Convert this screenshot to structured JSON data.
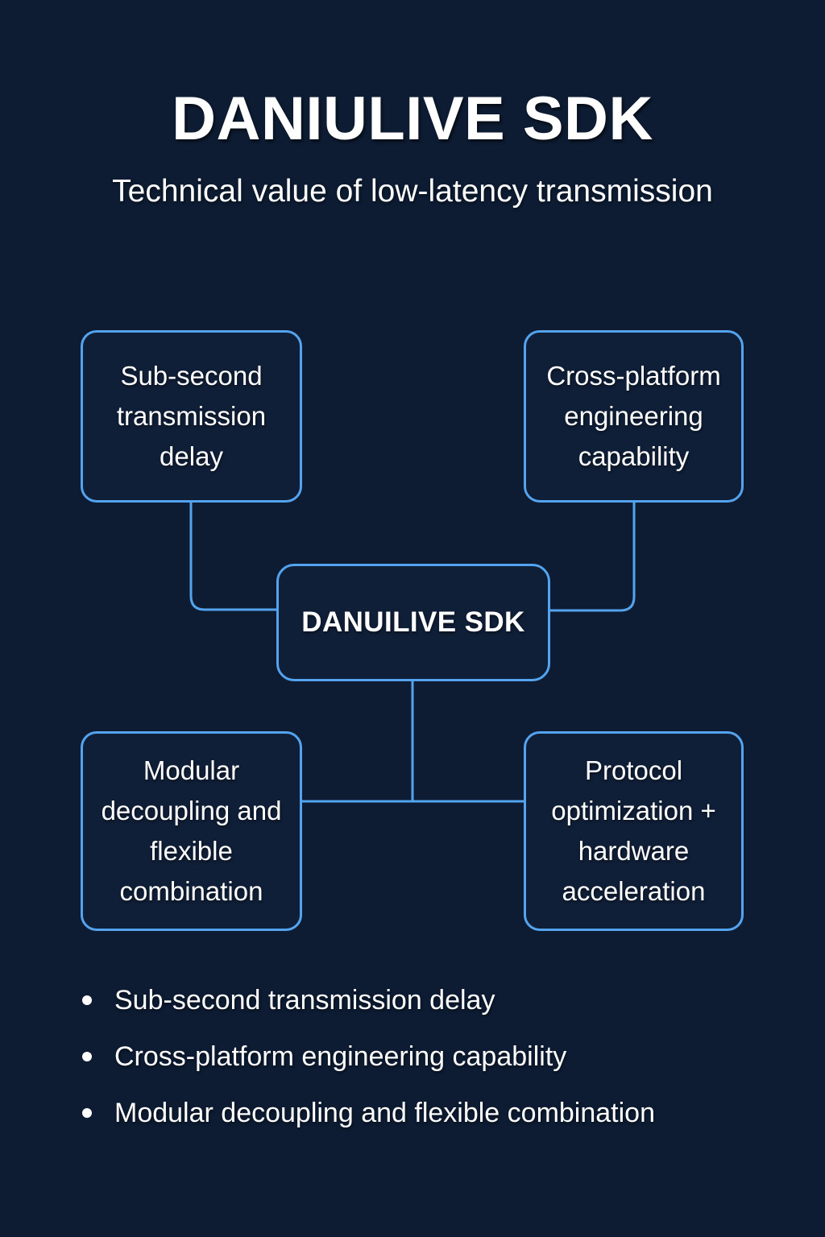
{
  "header": {
    "title": "DANIULIVE SDK",
    "subtitle": "Technical value of low-latency transmission"
  },
  "colors": {
    "background": "#0d1c33",
    "node_border": "#54a3ee",
    "node_fill": "#101f38",
    "connector": "#54a3ee",
    "text": "#ffffff"
  },
  "diagram": {
    "type": "node-link",
    "center": {
      "label": "DANUILIVE SDK"
    },
    "nodes": [
      {
        "id": "top-left",
        "label": "Sub-second transmission delay"
      },
      {
        "id": "top-right",
        "label": "Cross-platform engineering capability"
      },
      {
        "id": "bottom-left",
        "label": "Modular decoupling and flexible combination"
      },
      {
        "id": "bottom-right",
        "label": "Protocol optimization + hardware acceleration"
      }
    ],
    "edges": [
      {
        "from": "top-left",
        "to": "center"
      },
      {
        "from": "top-right",
        "to": "center"
      },
      {
        "from": "center",
        "to": "bottom-left"
      },
      {
        "from": "center",
        "to": "bottom-right"
      }
    ]
  },
  "bullets": [
    {
      "text": "Sub-second transmission delay"
    },
    {
      "text": "Cross-platform engineering capability"
    },
    {
      "text": "Modular decoupling and flexible combination"
    }
  ]
}
